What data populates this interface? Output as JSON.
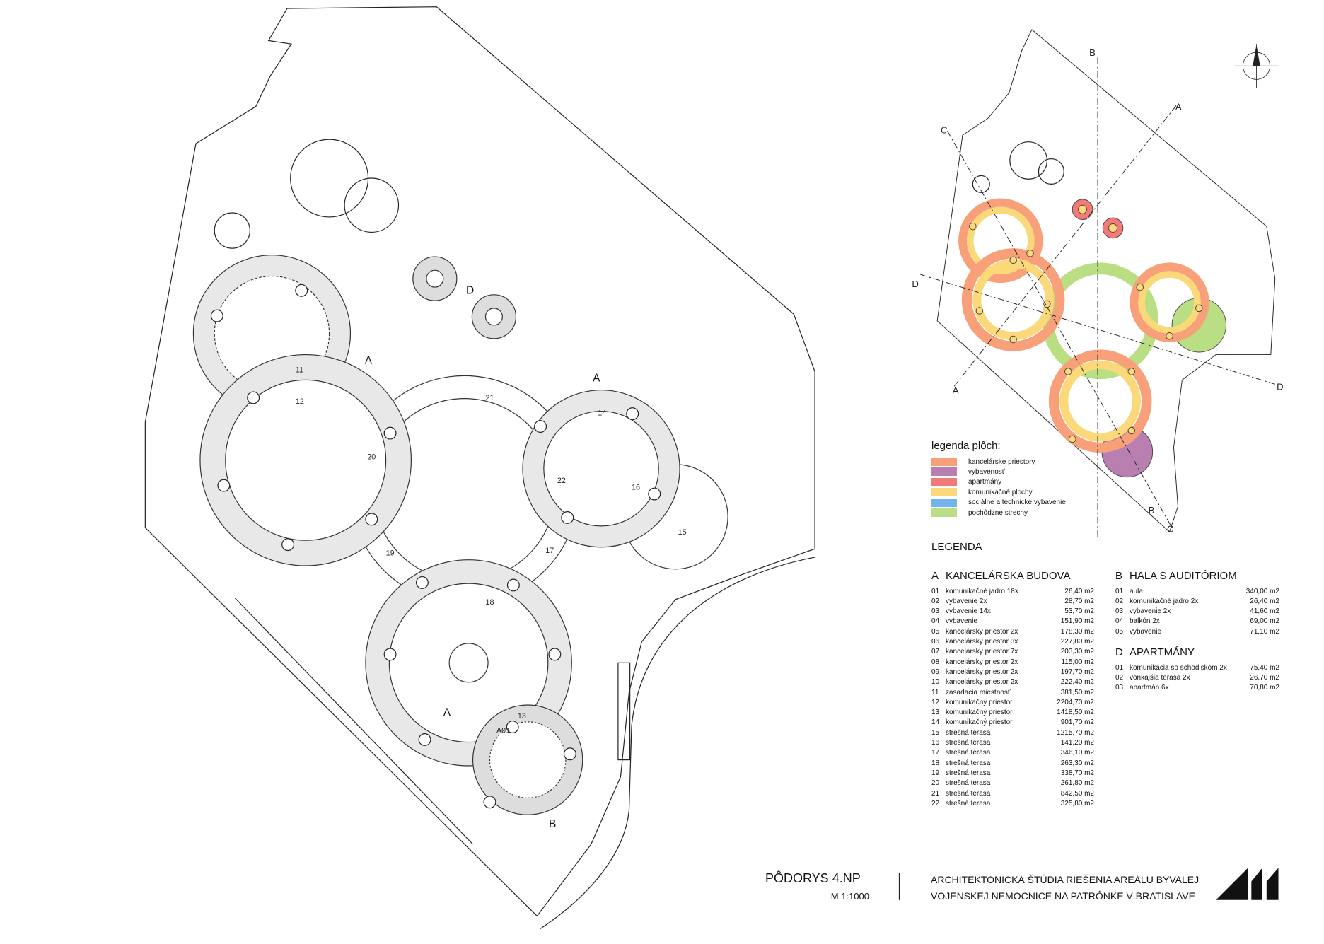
{
  "plan_labels": {
    "building_a": "A",
    "building_b": "B",
    "building_d": "D",
    "room_21": "21",
    "room_12": "12",
    "room_11": "11",
    "room_20": "20",
    "room_19": "19",
    "room_18": "18",
    "room_17": "17",
    "room_16": "16",
    "room_15": "15",
    "room_14": "14",
    "room_13": "13",
    "room_22": "22",
    "room_a01": "A01",
    "section_a": "A",
    "section_b": "B",
    "section_c": "C",
    "section_d": "D"
  },
  "area_legend": {
    "title": "legenda plôch:",
    "items": [
      {
        "label": "kancelárske priestory",
        "color": "#f7a07a"
      },
      {
        "label": "vybavenosť",
        "color": "#b87fb0"
      },
      {
        "label": "apartmány",
        "color": "#f47a7a"
      },
      {
        "label": "komunikačné plochy",
        "color": "#fbd97a"
      },
      {
        "label": "sociálne a technické vybavenie",
        "color": "#74b4ee"
      },
      {
        "label": "pochôdzne strechy",
        "color": "#b9de84"
      }
    ]
  },
  "legend": {
    "title": "LEGENDA",
    "sections": [
      {
        "letter": "A",
        "name": "KANCELÁRSKA BUDOVA",
        "rows": [
          {
            "n": "01",
            "t": "komunikačné jadro 18x",
            "v": "26,40 m2"
          },
          {
            "n": "02",
            "t": "vybavenie 2x",
            "v": "28,70 m2"
          },
          {
            "n": "03",
            "t": "vybavenie 14x",
            "v": "53,70 m2"
          },
          {
            "n": "04",
            "t": "vybavenie",
            "v": "151,90 m2"
          },
          {
            "n": "05",
            "t": "kancelársky priestor 2x",
            "v": "178,30 m2"
          },
          {
            "n": "06",
            "t": "kancelársky priestor 3x",
            "v": "227,80 m2"
          },
          {
            "n": "07",
            "t": "kancelársky priestor 7x",
            "v": "203,30 m2"
          },
          {
            "n": "08",
            "t": "kancelársky priestor 2x",
            "v": "115,00 m2"
          },
          {
            "n": "09",
            "t": "kancelársky priestor 2x",
            "v": "197,70 m2"
          },
          {
            "n": "10",
            "t": "kancelársky priestor 2x",
            "v": "222,40 m2"
          },
          {
            "n": "11",
            "t": "zasadacia miestnosť",
            "v": "381,50 m2"
          },
          {
            "n": "12",
            "t": "komunikačný priestor",
            "v": "2204,70 m2"
          },
          {
            "n": "13",
            "t": "komunikačný priestor",
            "v": "1418,50 m2"
          },
          {
            "n": "14",
            "t": "komunikačný priestor",
            "v": "901,70 m2"
          },
          {
            "n": "15",
            "t": "strešná terasa",
            "v": "1215,70 m2"
          },
          {
            "n": "16",
            "t": "strešná terasa",
            "v": "141,20 m2"
          },
          {
            "n": "17",
            "t": "strešná terasa",
            "v": "346,10 m2"
          },
          {
            "n": "18",
            "t": "strešná terasa",
            "v": "263,30 m2"
          },
          {
            "n": "19",
            "t": "strešná terasa",
            "v": "338,70 m2"
          },
          {
            "n": "20",
            "t": "strešná terasa",
            "v": "261,80 m2"
          },
          {
            "n": "21",
            "t": "strešná terasa",
            "v": "842,50 m2"
          },
          {
            "n": "22",
            "t": "strešná terasa",
            "v": "325,80 m2"
          }
        ]
      },
      {
        "letter": "B",
        "name": "HALA S AUDITÓRIOM",
        "rows": [
          {
            "n": "01",
            "t": "aula",
            "v": "340,00 m2"
          },
          {
            "n": "02",
            "t": "komunikačné jadro 2x",
            "v": "26,40 m2"
          },
          {
            "n": "03",
            "t": "vybavenie 2x",
            "v": "41,60 m2"
          },
          {
            "n": "04",
            "t": "balkón 2x",
            "v": "69,00 m2"
          },
          {
            "n": "05",
            "t": "vybavenie",
            "v": "71,10 m2"
          }
        ]
      },
      {
        "letter": "D",
        "name": "APARTMÁNY",
        "rows": [
          {
            "n": "01",
            "t": "komunikácia so schodiskom 2x",
            "v": "75,40 m2"
          },
          {
            "n": "02",
            "t": "vonkajšia terasa 2x",
            "v": "26,70 m2"
          },
          {
            "n": "03",
            "t": "apartmán 6x",
            "v": "70,80 m2"
          }
        ]
      }
    ]
  },
  "title_block": {
    "drawing": "PÔDORYS 4.NP",
    "scale": "M 1:1000",
    "project_line1": "ARCHITEKTONICKÁ ŠTÚDIA RIEŠENIA AREÁLU BÝVALEJ",
    "project_line2": "VOJENSKEJ NEMOCNICE NA PATRÓNKE V BRATISLAVE",
    "logo_text": "A11"
  }
}
